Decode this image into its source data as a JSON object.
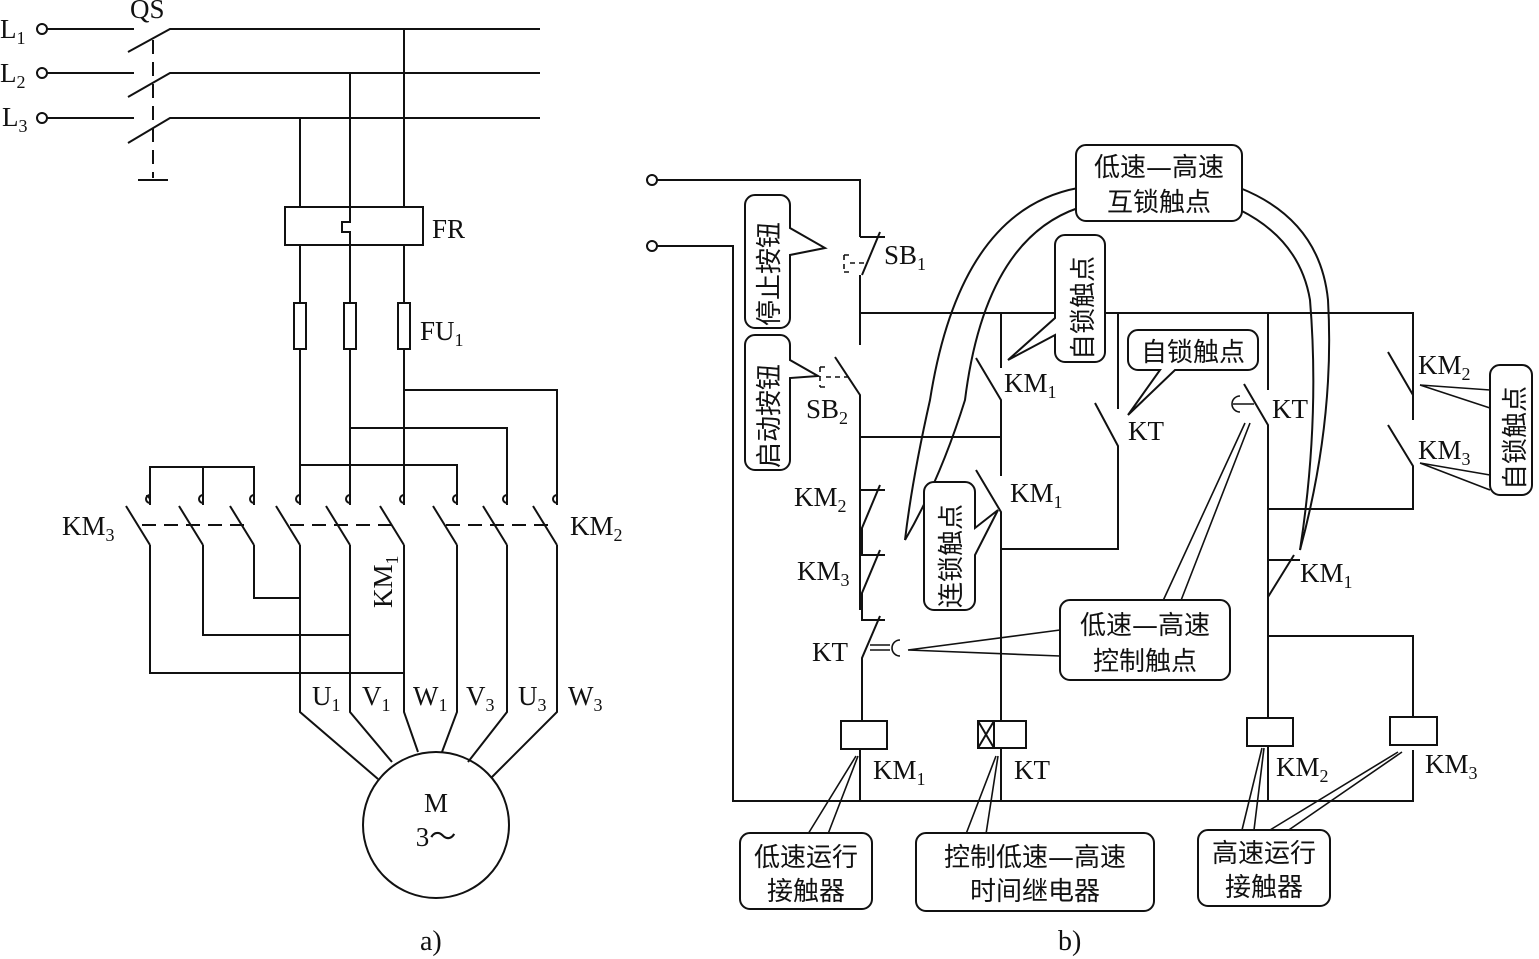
{
  "figure_a": {
    "caption": "a)",
    "lines": [
      {
        "main": "L",
        "sub": "1"
      },
      {
        "main": "L",
        "sub": "2"
      },
      {
        "main": "L",
        "sub": "3"
      }
    ],
    "switch_label": "QS",
    "relay_label": "FR",
    "fuse_label": {
      "main": "FU",
      "sub": "1"
    },
    "contactor_km3": {
      "main": "KM",
      "sub": "3"
    },
    "contactor_km2": {
      "main": "KM",
      "sub": "2"
    },
    "contactor_km1": {
      "main": "KM",
      "sub": "1"
    },
    "terminals": [
      {
        "main": "U",
        "sub": "1"
      },
      {
        "main": "V",
        "sub": "1"
      },
      {
        "main": "W",
        "sub": "1"
      },
      {
        "main": "V",
        "sub": "3"
      },
      {
        "main": "U",
        "sub": "3"
      },
      {
        "main": "W",
        "sub": "3"
      }
    ],
    "motor": {
      "line1": "M",
      "line2": "3～"
    }
  },
  "figure_b": {
    "caption": "b)",
    "sb1": {
      "main": "SB",
      "sub": "1"
    },
    "sb2": {
      "main": "SB",
      "sub": "2"
    },
    "km1_a": {
      "main": "KM",
      "sub": "1"
    },
    "km1_b": {
      "main": "KM",
      "sub": "1"
    },
    "km1_c": {
      "main": "KM",
      "sub": "1"
    },
    "km2_nc": {
      "main": "KM",
      "sub": "2"
    },
    "km3_nc": {
      "main": "KM",
      "sub": "3"
    },
    "kt_nc": "KT",
    "kt_no": "KT",
    "kt_timed": "KT",
    "km2_no": {
      "main": "KM",
      "sub": "2"
    },
    "km3_no": {
      "main": "KM",
      "sub": "3"
    },
    "coil_km1": {
      "main": "KM",
      "sub": "1"
    },
    "coil_kt": "KT",
    "coil_km2": {
      "main": "KM",
      "sub": "2"
    },
    "coil_km3": {
      "main": "KM",
      "sub": "3"
    },
    "callouts": {
      "stop_button": "停止按钮",
      "start_button": "启动按钮",
      "interlock_low_high": [
        "低速—高速",
        "互锁触点"
      ],
      "self_lock_km1": "自锁触点",
      "self_lock_kt": "自锁触点",
      "self_lock_km23": "自锁触点",
      "interlock_km1": "连锁触点",
      "control_low_high": [
        "低速—高速",
        "控制触点"
      ],
      "low_speed_contactor": [
        "低速运行",
        "接触器"
      ],
      "time_relay": [
        "控制低速—高速",
        "时间继电器"
      ],
      "high_speed_contactor": [
        "高速运行",
        "接触器"
      ]
    }
  }
}
